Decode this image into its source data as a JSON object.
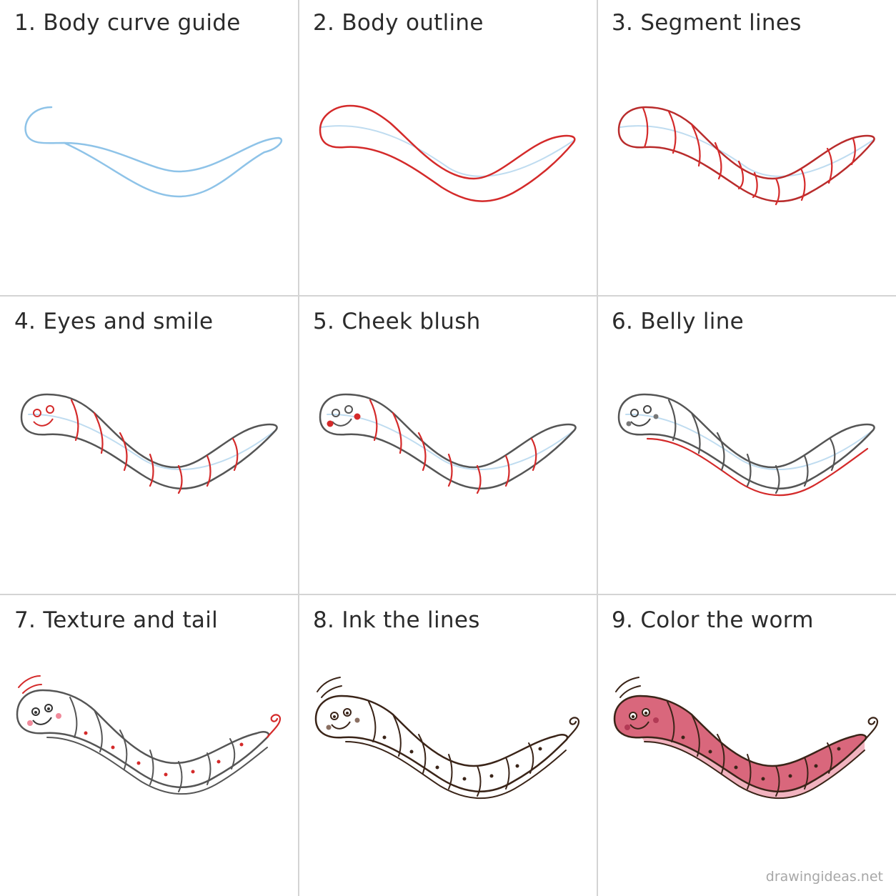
{
  "steps": [
    {
      "title": "1. Body curve guide"
    },
    {
      "title": "2. Body outline"
    },
    {
      "title": "3. Segment lines"
    },
    {
      "title": "4. Eyes and smile"
    },
    {
      "title": "5. Cheek blush"
    },
    {
      "title": "6. Belly line"
    },
    {
      "title": "7. Texture and tail"
    },
    {
      "title": "8. Ink the lines"
    },
    {
      "title": "9. Color the worm"
    }
  ],
  "watermark": "drawingideas.net",
  "colors": {
    "guide_blue": "#8ec3e8",
    "pencil_red": "#d42a2a",
    "pencil_gray": "#555555",
    "ink_brown": "#3a2418",
    "worm_pink": "#d9677c",
    "belly_pink": "#f1b3bf",
    "blush": "#e86a80",
    "divider": "#d4d4d4"
  }
}
